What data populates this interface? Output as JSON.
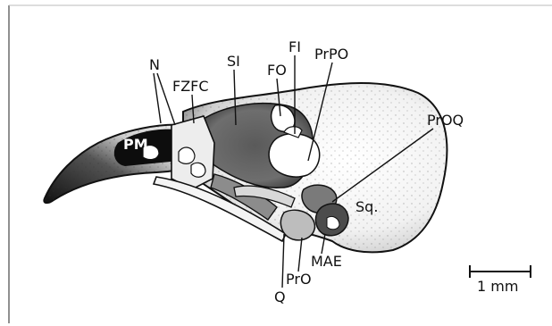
{
  "figure": {
    "labels": {
      "N": "N",
      "FZFC": "FZFC",
      "SI": "SI",
      "FO": "FO",
      "FI": "FI",
      "PrPO": "PrPO",
      "PM": "PM",
      "PrOQ": "PrOQ",
      "Sq": "Sq.",
      "MAE": "MAE",
      "PrO": "PrO",
      "Q": "Q"
    },
    "scale_bar": {
      "label": "1 mm"
    }
  }
}
